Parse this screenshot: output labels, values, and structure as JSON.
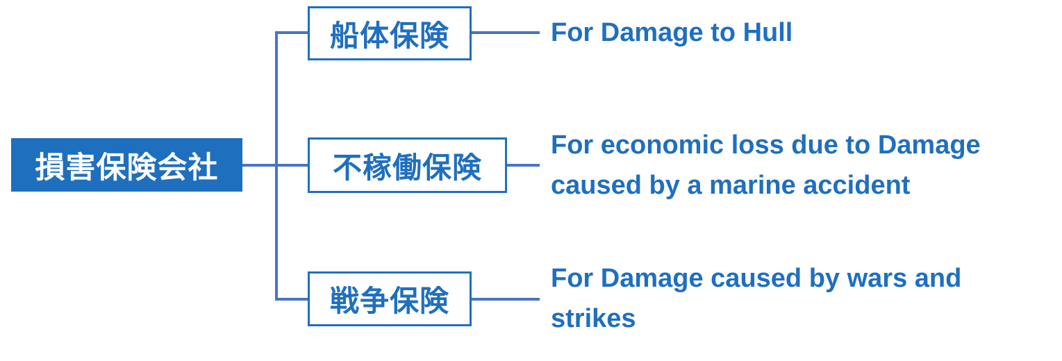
{
  "root": {
    "label": "損害保険会社"
  },
  "branches": [
    {
      "label": "船体保険",
      "description_lines": [
        "For Damage to Hull"
      ]
    },
    {
      "label": "不稼働保険",
      "description_lines": [
        "For economic loss due to Damage",
        "caused by a marine accident"
      ]
    },
    {
      "label": "戦争保険",
      "description_lines": [
        "For Damage caused by wars and",
        "strikes"
      ]
    }
  ],
  "colors": {
    "accent": "#1f6fbf",
    "connector": "#4a74c4",
    "background": "#ffffff"
  }
}
